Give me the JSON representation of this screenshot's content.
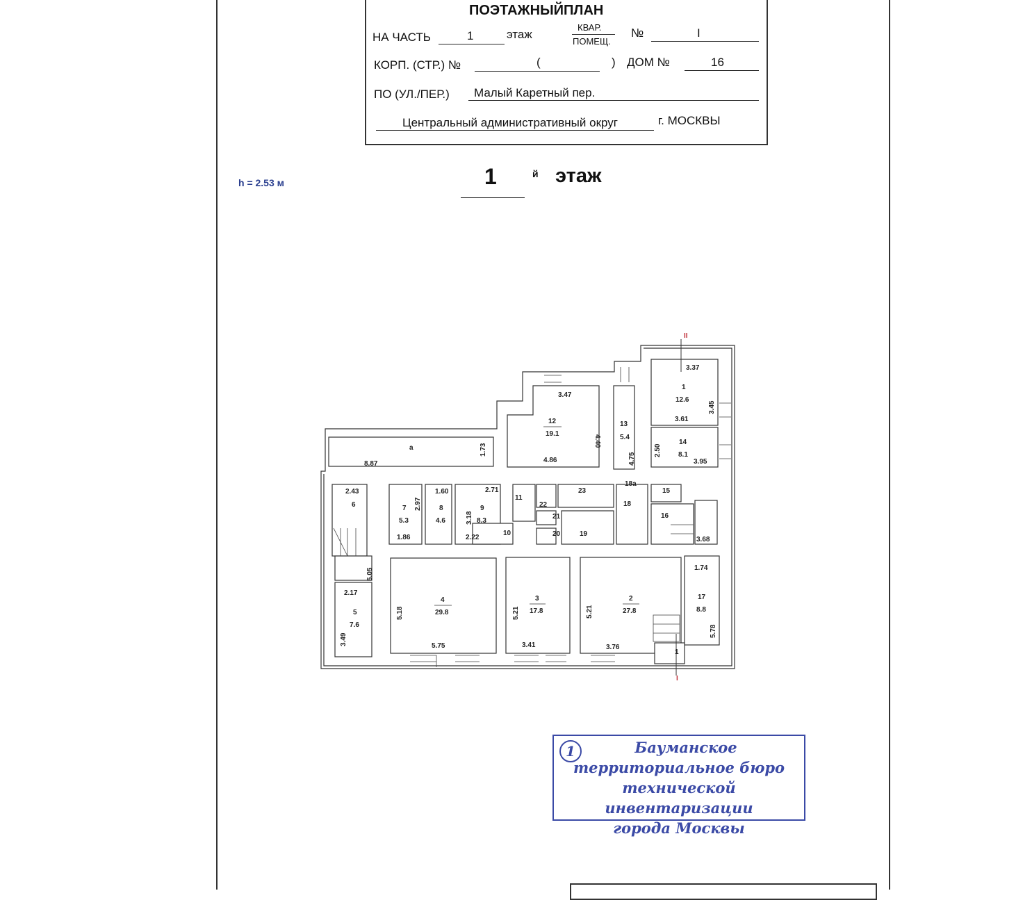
{
  "header": {
    "title": "ПОЭТАЖНЫЙПЛАН",
    "part_label": "НА ЧАСТЬ",
    "part_value": "1",
    "floor_word": "этаж",
    "kvar_label": "КВАР.",
    "pomesh_label": "ПОМЕЩ.",
    "number_sign": "№",
    "number_value": "I",
    "korp_label": "КОРП. (СТР.) №",
    "korp_open": "(",
    "korp_close": ")",
    "dom_label": "ДОМ №",
    "dom_value": "16",
    "street_label": "ПО (УЛ./ПЕР.)",
    "street_value": "Малый Каретный пер.",
    "district": "Центральный административный округ",
    "city": "г. МОСКВЫ"
  },
  "floor": {
    "height": "h = 2.53 м",
    "number": "1",
    "suffix": "й",
    "word": "этаж"
  },
  "plan": {
    "section_marks": [
      "II",
      "I"
    ],
    "rooms": [
      {
        "num": "a",
        "area": ""
      },
      {
        "num": "12",
        "area": "19.1"
      },
      {
        "num": "13",
        "area": "5.4"
      },
      {
        "num": "1",
        "area": "12.6"
      },
      {
        "num": "14",
        "area": "8.1"
      },
      {
        "num": "6",
        "area": ""
      },
      {
        "num": "7",
        "area": "5.3"
      },
      {
        "num": "8",
        "area": "4.6"
      },
      {
        "num": "9",
        "area": "8.3"
      },
      {
        "num": "11",
        "area": ""
      },
      {
        "num": "10",
        "area": ""
      },
      {
        "num": "22",
        "area": ""
      },
      {
        "num": "21",
        "area": ""
      },
      {
        "num": "20",
        "area": ""
      },
      {
        "num": "23",
        "area": ""
      },
      {
        "num": "19",
        "area": ""
      },
      {
        "num": "18",
        "area": ""
      },
      {
        "num": "18a",
        "area": ""
      },
      {
        "num": "15",
        "area": ""
      },
      {
        "num": "16",
        "area": ""
      },
      {
        "num": "5",
        "area": "7.6"
      },
      {
        "num": "4",
        "area": "29.8"
      },
      {
        "num": "3",
        "area": "17.8"
      },
      {
        "num": "2",
        "area": "27.8"
      },
      {
        "num": "17",
        "area": "8.8"
      },
      {
        "num": "1",
        "area": ""
      }
    ],
    "dims": [
      "8.87",
      "1.73",
      "3.47",
      "4.40",
      "4.86",
      "4.75",
      "3.37",
      "3.45",
      "3.61",
      "2.50",
      "3.95",
      "2.43",
      "2.97",
      "1.86",
      "1.60",
      "2.71",
      "3.18",
      "2.22",
      "3.68",
      "5.05",
      "2.17",
      "3.49",
      "5.18",
      "5.75",
      "5.21",
      "3.41",
      "5.21",
      "3.76",
      "1.74",
      "5.78"
    ]
  },
  "stamp": {
    "number": "1",
    "lines": [
      "Бауманское",
      "территориальное бюро",
      "технической инвентаризации",
      "города Москвы"
    ],
    "color": "#3b4aa6"
  }
}
